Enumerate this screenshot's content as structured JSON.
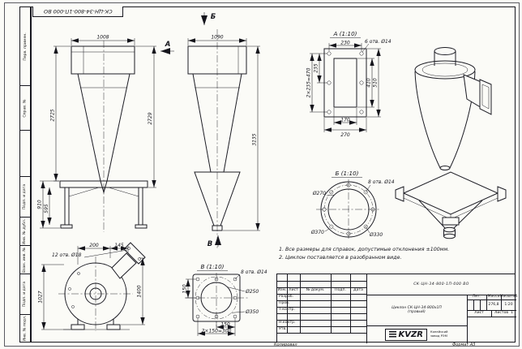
{
  "stamp_top": "СК-ЦН-34-800-1П-000 ВО",
  "margin_labels": [
    "Перв. примен.",
    "Справ. №",
    "Подп. и дата",
    "Инв. № дубл.",
    "Взам. инв. №",
    "Подп. и дата",
    "Инв. № подл."
  ],
  "notes": {
    "line1": "1. Все размеры для справок, допустимые отклонения ±100мм.",
    "line2": "2. Циклон поставляется в разобранном виде."
  },
  "views": {
    "front": {
      "w": "1008",
      "h_left": "2725",
      "h_right": "2729",
      "support": "910",
      "legs": "595"
    },
    "side": {
      "w": "1090",
      "h": "3135"
    },
    "arrows": {
      "a": "А",
      "b": "Б",
      "v": "В"
    },
    "detail_a": {
      "title": "А (1:10)",
      "holes": "6 отв. Ø14",
      "d230": "230",
      "d235": "235",
      "d2x235": "2×235=470",
      "d510": "510",
      "d410": "410",
      "d170": "170",
      "d270": "270"
    },
    "detail_b": {
      "title": "Б (1:10)",
      "holes": "8 отв. Ø14",
      "d270": "Ø270",
      "d370": "Ø370",
      "d330": "Ø330"
    },
    "detail_v": {
      "title": "В (1:10)",
      "holes": "8 отв. Ø14",
      "d250": "Ø250",
      "d350": "Ø350",
      "d150": "150",
      "d150b": "150",
      "d2x150": "2×150=300"
    },
    "scroll": {
      "d200": "200",
      "d145": "145",
      "holes": "12 отв. Ø18",
      "d1400": "1400",
      "d1027": "1027"
    }
  },
  "title_block": {
    "doc_number": "СК-ЦН-34-800-1П-000 ВО",
    "name_line1": "Циклон СК-ЦН-34-800х1П",
    "name_line2": "(правый)",
    "cols": {
      "izm": "Изм.",
      "list": "Лист",
      "doc": "№ докум.",
      "podp": "Подп.",
      "data": "Дата"
    },
    "roles": {
      "razrab": "Разраб.",
      "prov": "Пров.",
      "tkontr": "Т.контр.",
      "nkontr": "Н.контр.",
      "utv": "Утв."
    },
    "lit": "Лит.",
    "mass_label": "Масса",
    "scale_label": "Масштаб",
    "mass": "276,8",
    "scale": "1:20",
    "sheet": "Лист",
    "sheets": "Листов",
    "sheets_value": "1",
    "logo": "KVZR",
    "logo_sub1": "Копейский",
    "logo_sub2": "завод РЭМ",
    "copied": "Копировал",
    "format": "Формат А3"
  }
}
